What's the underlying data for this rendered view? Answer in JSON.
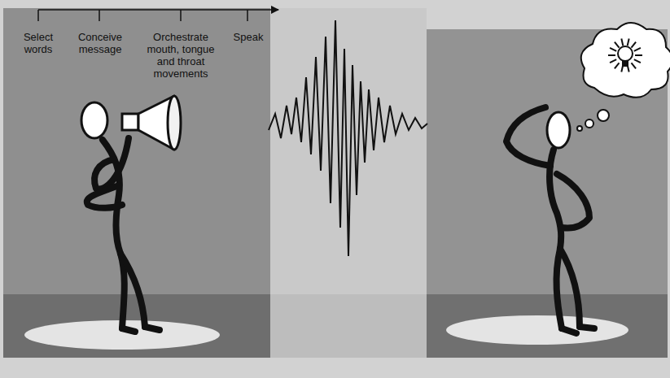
{
  "diagram": {
    "labels": [
      "Select words",
      "Conceive message",
      "Orchestrate mouth, tongue and throat movements",
      "Speak"
    ]
  }
}
